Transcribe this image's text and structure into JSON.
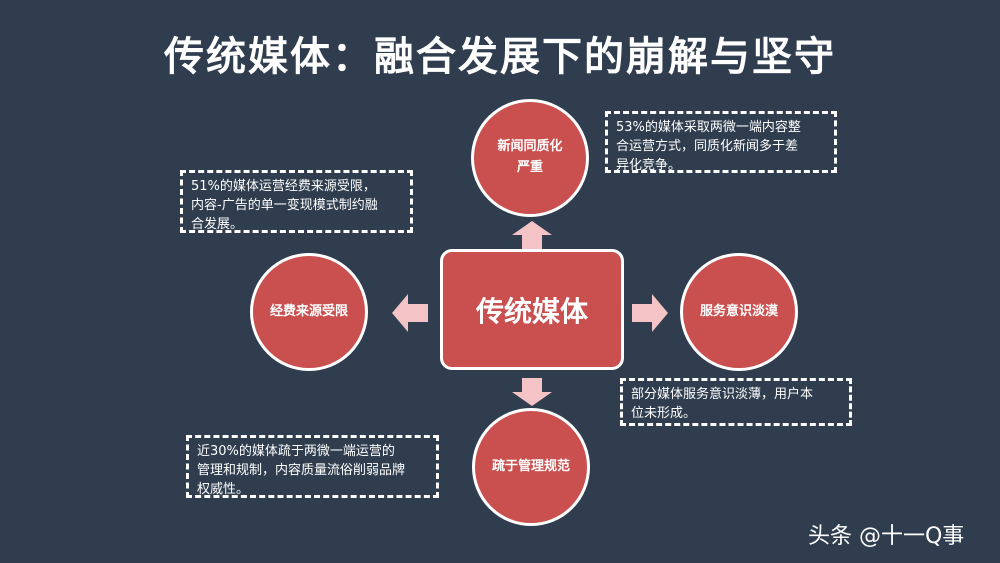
{
  "title": "传统媒体：融合发展下的崩解与坚守",
  "center": "传统媒体",
  "nodes": {
    "top": [
      "新闻同质化",
      "严重"
    ],
    "left": "经费来源受限",
    "right": "服务意识淡漠",
    "bottom": "疏于管理规范"
  },
  "notes": {
    "top": [
      "53%的媒体采取两微一端内容整",
      "合运营方式，同质化新闻多于差",
      "异化竞争。"
    ],
    "left": [
      "51%的媒体运营经费来源受限，",
      "内容-广告的单一变现模式制约融",
      "合发展。"
    ],
    "right": [
      "部分媒体服务意识淡薄，用户本",
      "位未形成。"
    ],
    "bottom": [
      "近30%的媒体疏于两微一端运营的",
      "管理和规制，内容质量流俗削弱品牌",
      "权威性。"
    ]
  },
  "watermark": "头条 @十一Q事",
  "colors": {
    "background": "#2f3d4e",
    "node": "#c9504f",
    "arrow": "#f3c3c6"
  }
}
